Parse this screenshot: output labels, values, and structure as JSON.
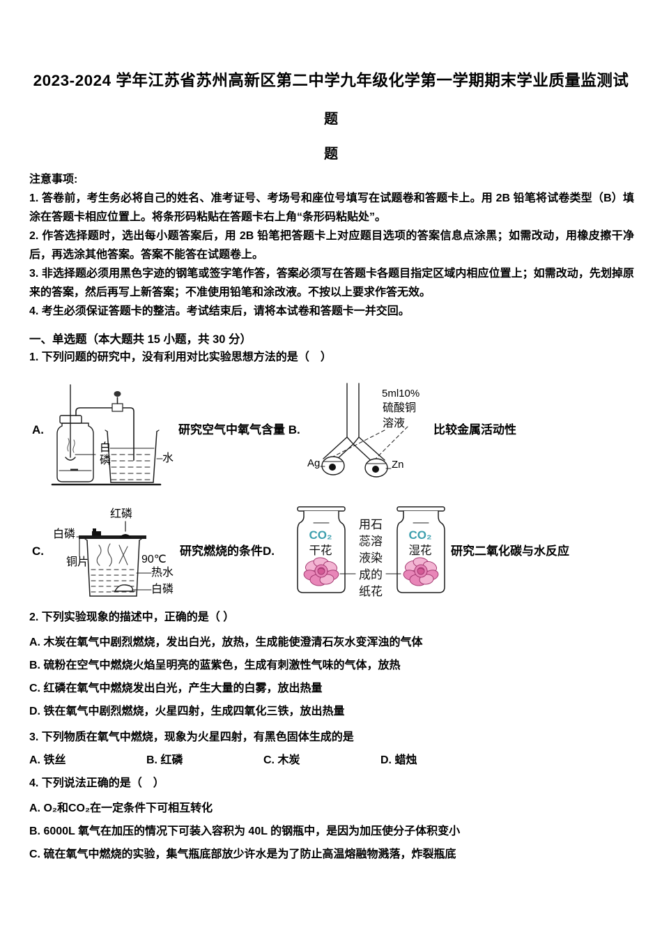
{
  "title": {
    "line1": "2023-2024 学年江苏省苏州高新区第二中学九年级化学第一学期期末学业质量监测试",
    "line2": "题",
    "line3": "题"
  },
  "notice": {
    "heading": "注意事项:",
    "items": [
      "1. 答卷前，考生务必将自己的姓名、准考证号、考场号和座位号填写在试题卷和答题卡上。用 2B 铅笔将试卷类型（B）填涂在答题卡相应位置上。将条形码粘贴在答题卡右上角“条形码粘贴处”。",
      "2. 作答选择题时，选出每小题答案后，用 2B 铅笔把答题卡上对应题目选项的答案信息点涂黑；如需改动，用橡皮擦干净后，再选涂其他答案。答案不能答在试题卷上。",
      "3. 非选择题必须用黑色字迹的钢笔或签字笔作答，答案必须写在答题卡各题目指定区域内相应位置上；如需改动，先划掉原来的答案，然后再写上新答案；不准使用铅笔和涂改液。不按以上要求作答无效。",
      "4. 考生必须保证答题卡的整洁。考试结束后，请将本试卷和答题卡一并交回。"
    ]
  },
  "section1": {
    "heading": "一、单选题（本大题共 15 小题，共 30 分）"
  },
  "q1": {
    "stem_pre": "1. 下列问题的研究中，",
    "stem_em": "没有利用对比实验思想方法的是",
    "stem_post": "（　）",
    "letters": {
      "A": "A.",
      "B": "B.",
      "C": "C.",
      "D": "D."
    },
    "captions": {
      "A": "研究空气中氧气含量",
      "B": "比较金属活动性",
      "C": "研究燃烧的条件",
      "D": "研究二氧化碳与水反应"
    },
    "diagA": {
      "white_phosphorus": "白磷",
      "water": "水"
    },
    "diagB": {
      "solution_line1": "5ml10%",
      "solution_line2": "硫酸铜",
      "solution_line3": "溶液",
      "silver": "Ag",
      "zinc": "Zn"
    },
    "diagC": {
      "red_phosphorus": "红磷",
      "white_phosphorus_top": "白磷",
      "copper_sheet": "铜片",
      "temperature": "90℃",
      "hot_water": "热水",
      "white_phosphorus_bottom": "白磷"
    },
    "diagD": {
      "gas1": "CO₂",
      "dry_flower": "干花",
      "gas2": "CO₂",
      "wet_flower": "湿花",
      "middle_note": [
        "用石",
        "蕊溶",
        "液染",
        "成的",
        "纸花"
      ]
    }
  },
  "q2": {
    "stem": "2. 下列实验现象的描述中，正确的是（ ）",
    "options": [
      "A. 木炭在氧气中剧烈燃烧，发出白光，放热，生成能使澄清石灰水变浑浊的气体",
      "B. 硫粉在空气中燃烧火焰呈明亮的蓝紫色，生成有刺激性气味的气体，放热",
      "C. 红磷在氧气中燃烧发出白光，产生大量的白雾，放出热量",
      "D. 铁在氧气中剧烈燃烧，火星四射，生成四氧化三铁，放出热量"
    ]
  },
  "q3": {
    "stem": "3. 下列物质在氧气中燃烧，现象为火星四射，有黑色固体生成的是",
    "options": [
      "A. 铁丝",
      "B. 红磷",
      "C. 木炭",
      "D. 蜡烛"
    ]
  },
  "q4": {
    "stem": "4. 下列说法正确的是（　）",
    "options": [
      "A. O₂和CO₂在一定条件下可相互转化",
      "B. 6000L 氧气在加压的情况下可装入容积为 40L 的钢瓶中，是因为加压使分子体积变小",
      "C. 硫在氧气中燃烧的实验，集气瓶底部放少许水是为了防止高温熔融物溅落，炸裂瓶底"
    ]
  },
  "colors": {
    "co2_text": "#3d9fae",
    "flower_pink": "#e886b8",
    "flower_light": "#f3b5d3",
    "flower_dark": "#a53a72",
    "ink": "#111111"
  }
}
